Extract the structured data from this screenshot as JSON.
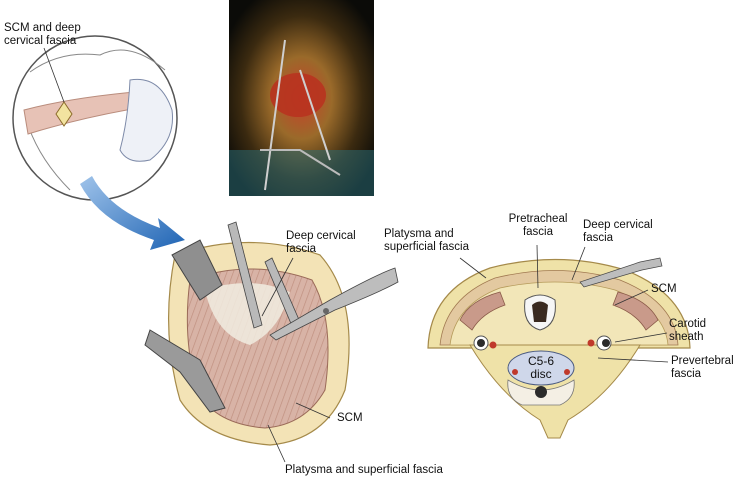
{
  "figure": {
    "inset": {
      "label": "SCM and deep\ncervical fascia"
    },
    "photo": {
      "description_icon": "surgical-field-photo"
    },
    "left_view": {
      "labels": {
        "deep_cervical_fascia": "Deep cervical\nfascia",
        "scm": "SCM",
        "platysma": "Platysma and superficial fascia"
      }
    },
    "cross_section": {
      "labels": {
        "platysma": "Platysma and\nsuperficial fascia",
        "pretracheal": "Pretracheal\nfascia",
        "deep_cervical_fascia": "Deep cervical\nfascia",
        "scm": "SCM",
        "carotid_sheath": "Carotid\nsheath",
        "prevertebral": "Prevertebral\nfascia",
        "disc": "C5-6\ndisc"
      }
    },
    "colors": {
      "arrow": "#1f64b4",
      "muscle": "#c99a8a",
      "fascia": "#efe2a8",
      "artery": "#c0392b"
    }
  }
}
